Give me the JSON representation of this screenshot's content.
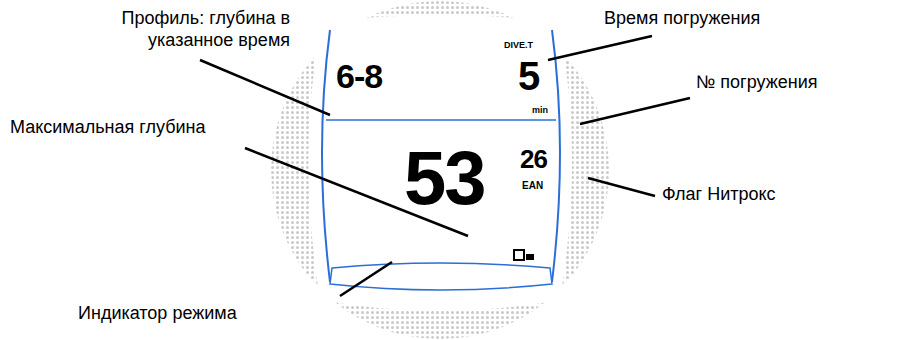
{
  "diagram": {
    "labels": [
      "Профиль: глубина в указанное время",
      "Время погружения",
      "№ погружения",
      "Максимальная глубина",
      "Флаг Нитрокс",
      "Индикатор режима",
      "6-8",
      "DIVE.T",
      "5",
      "min",
      "53",
      "26",
      "EAN"
    ]
  }
}
